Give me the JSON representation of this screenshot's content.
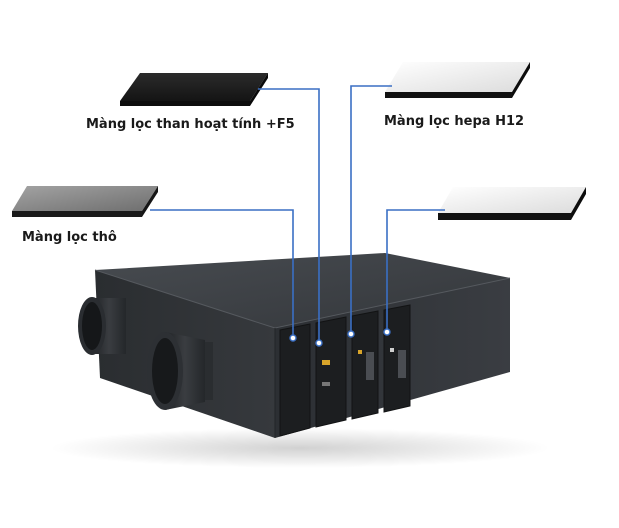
{
  "labels": {
    "carbon_filter": "Màng lọc than hoạt tính +F5",
    "hepa_filter": "Màng lọc hepa H12",
    "coarse_filter": "Màng lọc thô"
  },
  "colors": {
    "leader_line": "#3a6fc4",
    "unit_body": "#33373b",
    "unit_top": "#3d4145",
    "carbon_panel": "#1e1e1e",
    "hepa_panel": "#f2f2f2",
    "coarse_panel": "#8a8a8a"
  }
}
